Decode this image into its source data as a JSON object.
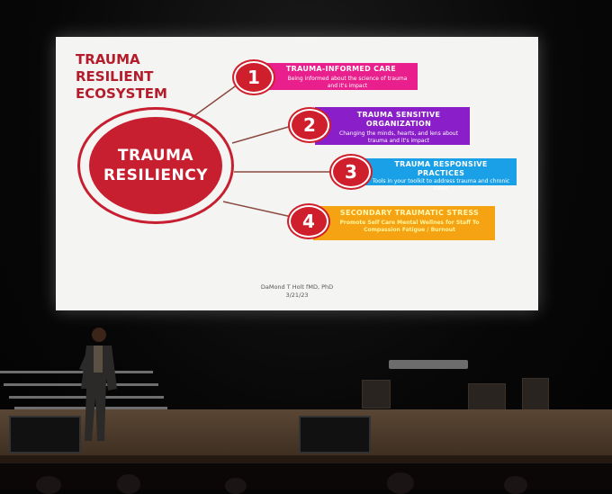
{
  "slide": {
    "title_lines": [
      "TRAUMA",
      "RESILIENT",
      "ECOSYSTEM"
    ],
    "center_lines": [
      "TRAUMA",
      "RESILIENCY"
    ],
    "items": [
      {
        "number": "1",
        "heading": "TRAUMA-INFORMED CARE",
        "desc": "Being informed about the science of trauma and it's impact",
        "color": "#e81f8c"
      },
      {
        "number": "2",
        "heading": "TRAUMA SENSITIVE ORGANIZATION",
        "desc": "Changing the minds, hearts, and lens about trauma and it's impact",
        "color": "#8a1ec8"
      },
      {
        "number": "3",
        "heading": "TRAUMA RESPONSIVE PRACTICES",
        "desc": "Tools in your toolkit to address trauma and chronic stress",
        "color": "#1aa0e6"
      },
      {
        "number": "4",
        "heading": "SECONDARY TRAUMATIC STRESS",
        "desc": "Promote Self Care Mental Wellnes for Staff To Compassion Fatigue / Burnout",
        "color": "#f5a313"
      }
    ],
    "author": "DaMond T Holt fMD, PhD",
    "date": "3/21/23",
    "accent_color": "#c71f30"
  }
}
